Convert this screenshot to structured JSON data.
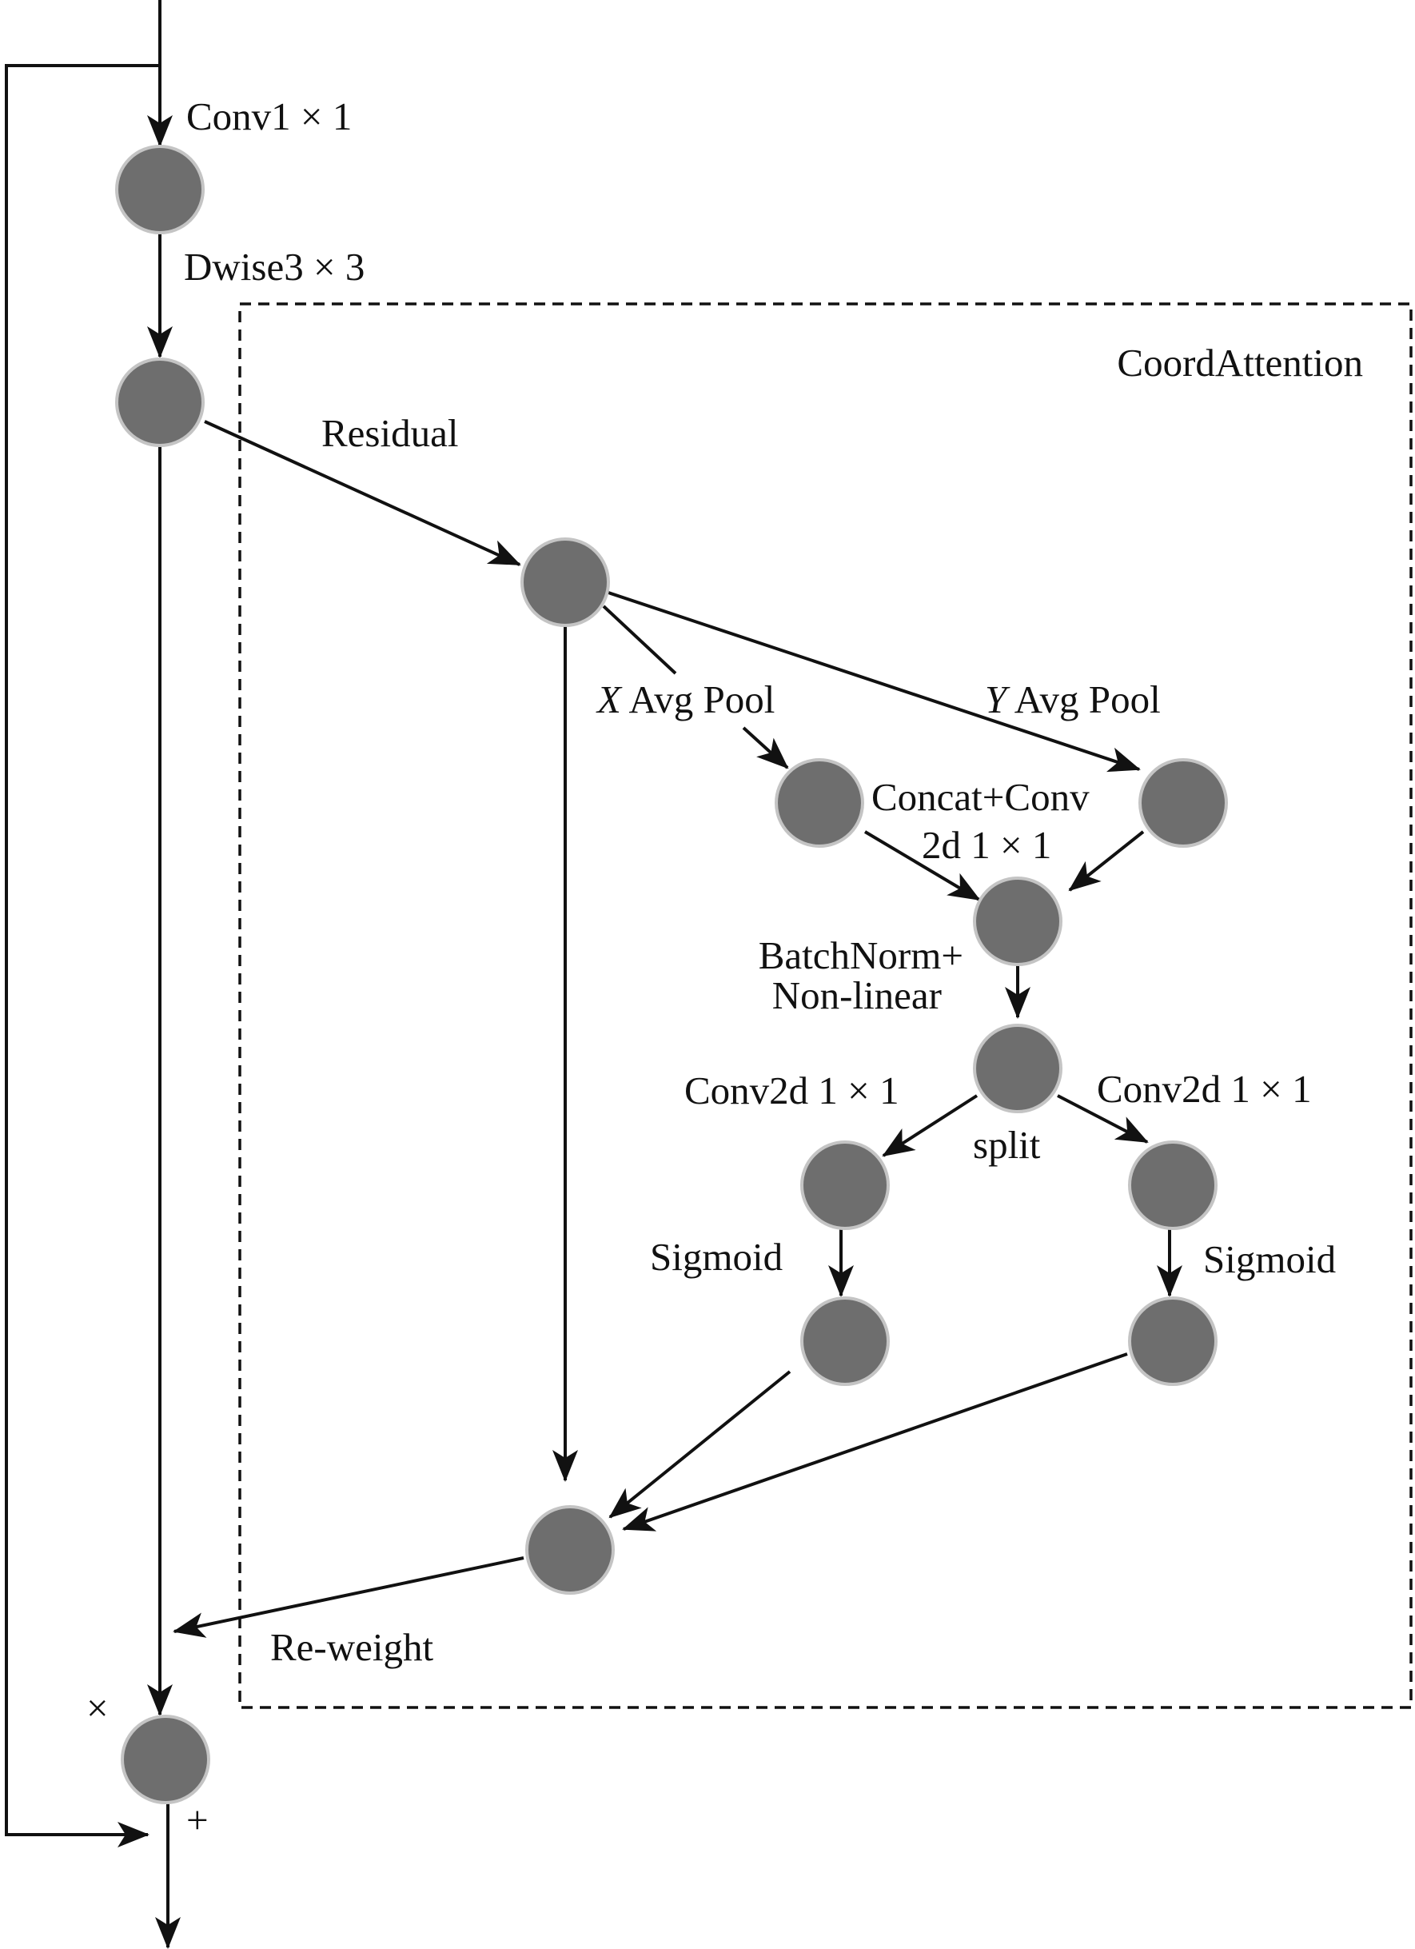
{
  "diagram": {
    "frame_label": "CoordAttention",
    "labels": {
      "conv1x1": "Conv1 × 1",
      "dwise3x3": "Dwise3 × 3",
      "residual": "Residual",
      "x_axis": "X",
      "x_avg_pool": " Avg Pool",
      "y_axis": "Y",
      "y_avg_pool": " Avg Pool",
      "concat_line1": "Concat+Conv",
      "concat_line2": "2d 1 × 1",
      "batchnorm_line1": "BatchNorm+",
      "batchnorm_line2": "Non-linear",
      "conv2d_left": "Conv2d 1 × 1",
      "conv2d_right": "Conv2d 1 × 1",
      "split": "split",
      "sigmoid_left": "Sigmoid",
      "sigmoid_right": "Sigmoid",
      "reweight": "Re-weight",
      "multiply": "×",
      "add": "+"
    },
    "colors": {
      "node_fill": "#6e6e6e",
      "node_stroke": "#c4c4c4",
      "line": "#111111"
    }
  }
}
